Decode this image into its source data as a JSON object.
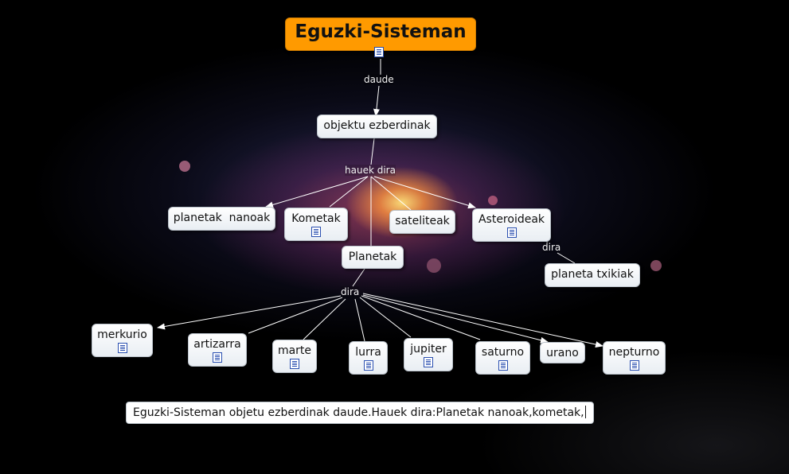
{
  "map": {
    "root": "Eguzki-Sisteman",
    "link_daude": "daude",
    "objektu": "objektu ezberdinak",
    "link_hauek": "hauek dira",
    "planetak_nanoak": "planetak  nanoak",
    "kometak": "Kometak",
    "sateliteak": "sateliteak",
    "asteroideak": "Asteroideak",
    "link_dira_ast": "dira",
    "planeta_txikiak": "planeta txikiak",
    "planetak": "Planetak",
    "link_dira": "dira",
    "merkurio": "merkurio",
    "artizarra": "artizarra",
    "marte": "marte",
    "lurra": "lurra",
    "jupiter": "jupiter",
    "saturno": "saturno",
    "urano": "urano",
    "nepturno": "nepturno"
  },
  "sentence_box": {
    "text": "Eguzki-Sisteman objetu ezberdinak daude.Hauek dira:Planetak nanoak,kometak,"
  },
  "colors": {
    "root_fill": "#ff9a00",
    "node_fill": "#ffffff",
    "connector": "#ffffff",
    "resource_icon": "#2a4fb0"
  },
  "icons": [
    "document-icon"
  ]
}
